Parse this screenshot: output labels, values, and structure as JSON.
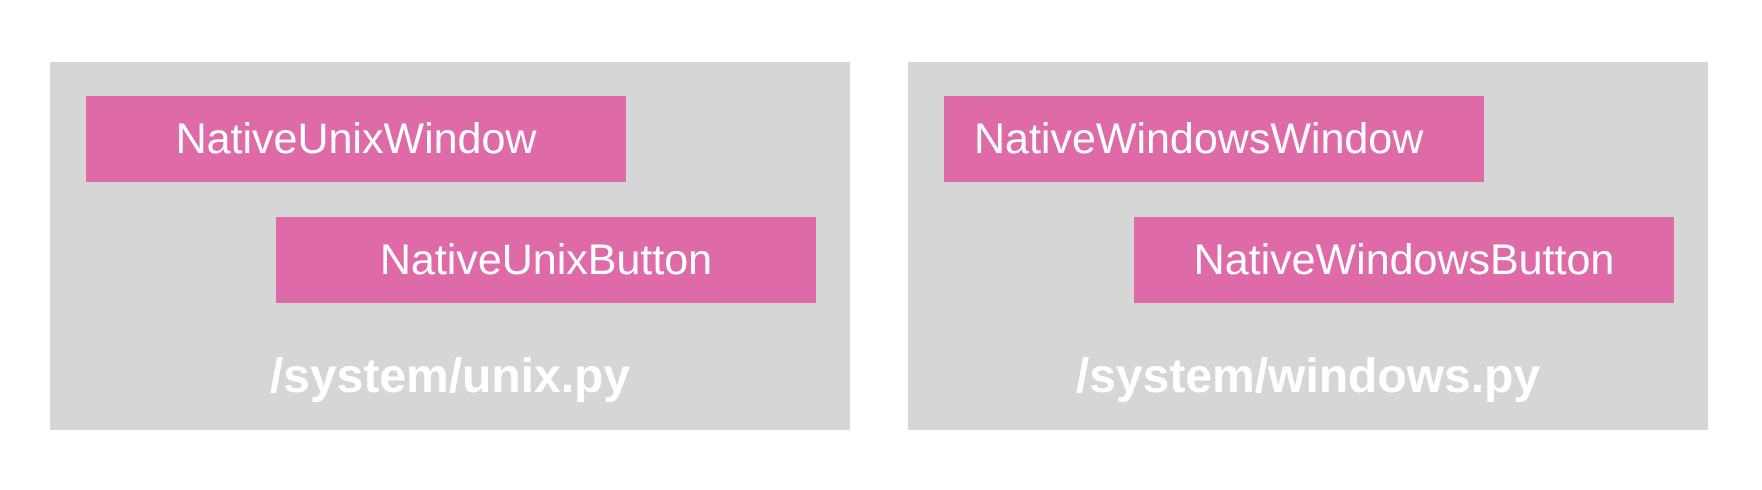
{
  "colors": {
    "background": "#ffffff",
    "module_fill": "#d6d6d6",
    "class_fill": "#de6ba7",
    "text": "#ffffff"
  },
  "modules": [
    {
      "file": "/system/unix.py",
      "window_class": "NativeUnixWindow",
      "button_class": "NativeUnixButton"
    },
    {
      "file": "/system/windows.py",
      "window_class": "NativeWindowsWindow",
      "button_class": "NativeWindowsButton"
    }
  ]
}
